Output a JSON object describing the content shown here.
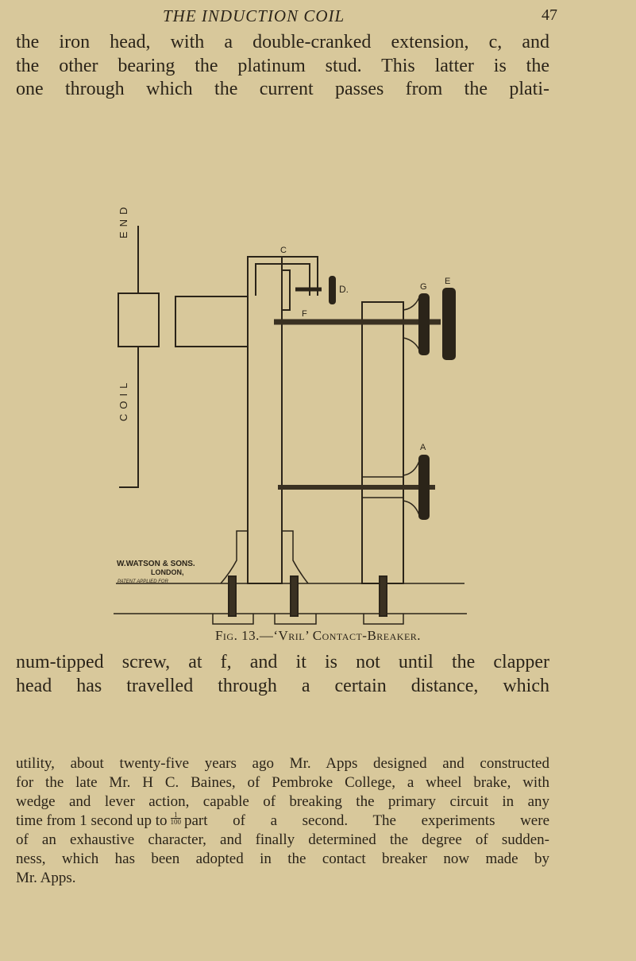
{
  "header": {
    "title": "THE INDUCTION COIL",
    "page_number": "47"
  },
  "paragraph_top": [
    "the iron head, with a double-cranked extension, c, and",
    "the other bearing the platinum stud.  This latter is the",
    "one through which the current passes from the plati-"
  ],
  "figure": {
    "labels": {
      "end": "END",
      "coil": "COIL",
      "c": "C",
      "d": "D.",
      "f": "F",
      "g": "G",
      "e": "E",
      "a": "A"
    },
    "maker": {
      "name": "W.WATSON & SONS.",
      "city": "LONDON,",
      "patent": "PATENT APPLIED FOR"
    },
    "caption": "Fig. 13.—‘Vril’ Contact-Breaker."
  },
  "paragraph_mid": [
    "num-tipped screw, at f, and it is not until the clapper",
    "head has travelled through a certain distance, which"
  ],
  "paragraph_small": {
    "line1": "utility, about twenty-five years ago Mr. Apps designed and constructed",
    "line2": "for the late Mr. H  C. Baines, of Pembroke College, a wheel brake, with",
    "line3": "wedge and lever action, capable of breaking the primary circuit in any",
    "line4_a": "time from 1 second up to",
    "fraction_num": "1",
    "fraction_den": "100",
    "line4_b": "part of a second.  The experiments were",
    "line5": "of an exhaustive character, and finally determined the degree of sudden-",
    "line6": "ness, which has been adopted in the contact breaker now made by",
    "line7": "Mr. Apps."
  }
}
